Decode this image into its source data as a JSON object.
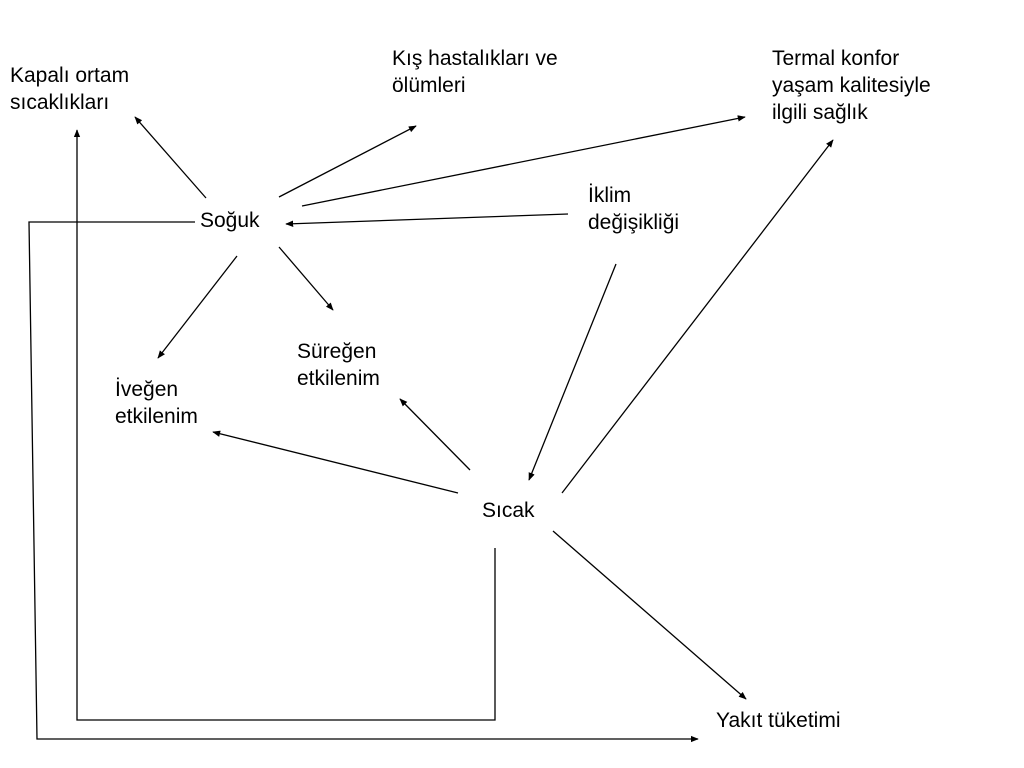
{
  "nodes": {
    "kapali_ortam": {
      "lines": [
        "Kapalı ortam",
        "sıcaklıkları"
      ]
    },
    "kis_hastaliklari": {
      "lines": [
        "Kış hastalıkları ve",
        "ölümleri"
      ]
    },
    "termal_konfor": {
      "lines": [
        "Termal konfor",
        "yaşam kalitesiyle",
        "ilgili sağlık"
      ]
    },
    "soguk": {
      "lines": [
        "Soğuk"
      ]
    },
    "iklim": {
      "lines": [
        "İklim",
        "değişikliği"
      ]
    },
    "suregen": {
      "lines": [
        "Süreğen",
        "etkilenim"
      ]
    },
    "ivegen": {
      "lines": [
        "İveğen",
        "etkilenim"
      ]
    },
    "sicak": {
      "lines": [
        "Sıcak"
      ]
    },
    "yakit": {
      "lines": [
        "Yakıt tüketimi"
      ]
    }
  },
  "colors": {
    "line": "#000000",
    "text": "#000000",
    "background": "#ffffff"
  }
}
